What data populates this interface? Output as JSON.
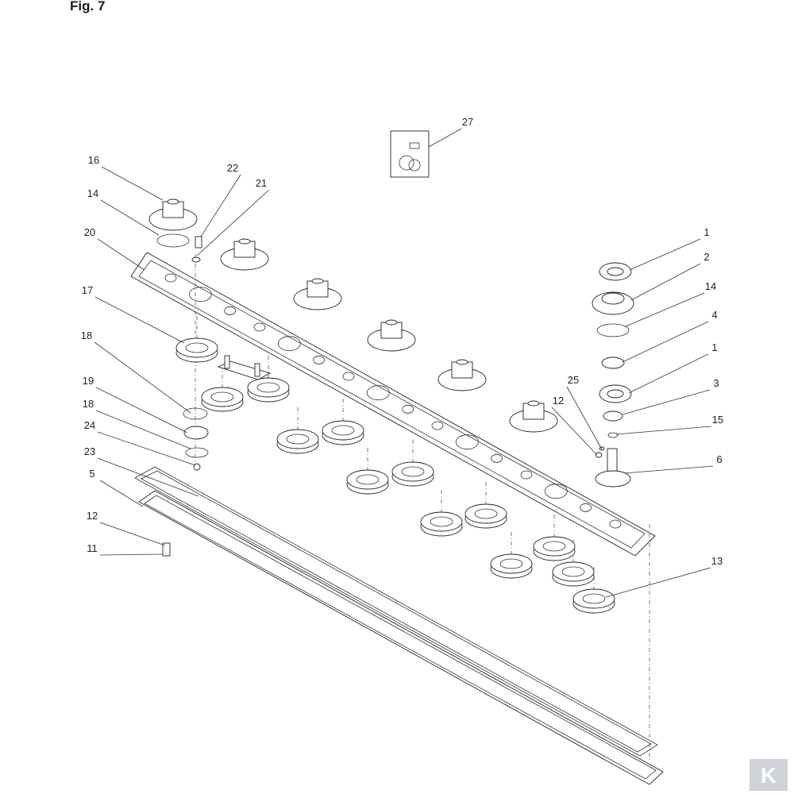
{
  "figure": {
    "title": "Fig. 7",
    "callouts": [
      "27",
      "16",
      "22",
      "21",
      "14",
      "20",
      "17",
      "18",
      "19",
      "18",
      "24",
      "23",
      "5",
      "12",
      "11",
      "1",
      "2",
      "14",
      "4",
      "1",
      "3",
      "15",
      "25",
      "12",
      "6",
      "13"
    ],
    "watermark": "K"
  }
}
